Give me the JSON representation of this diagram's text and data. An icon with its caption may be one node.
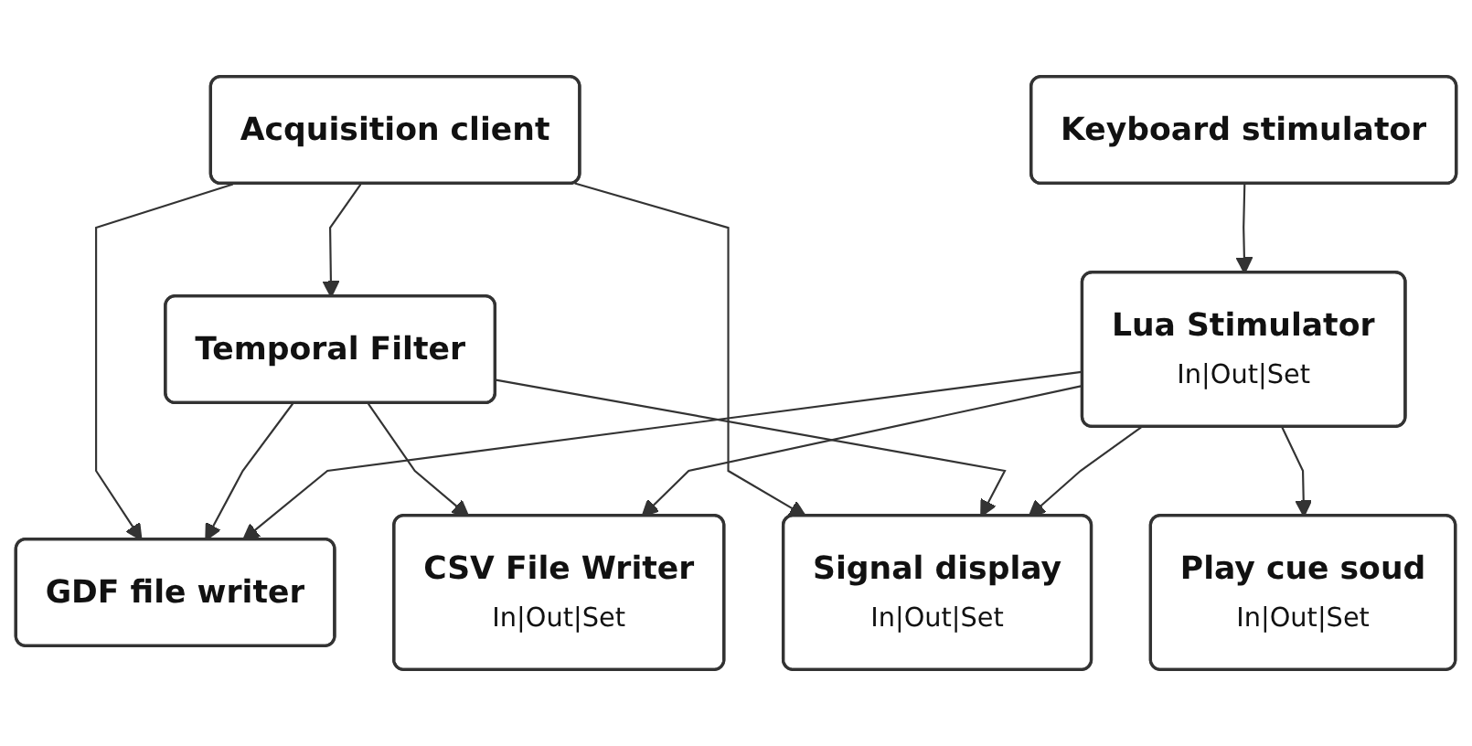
{
  "diagram": {
    "nodes": [
      {
        "text": [
          "Acquisition client"
        ]
      },
      {
        "text": [
          "Keyboard stimulator"
        ]
      },
      {
        "text": [
          "Temporal Filter"
        ]
      },
      {
        "text": [
          "Lua Stimulator",
          "In|Out|Set"
        ]
      },
      {
        "text": [
          "GDF file writer"
        ]
      },
      {
        "text": [
          "CSV File Writer",
          "In|Out|Set"
        ]
      },
      {
        "text": [
          "Signal display",
          "In|Out|Set"
        ]
      },
      {
        "text": [
          "Play cue soud",
          "In|Out|Set"
        ]
      }
    ],
    "edges": [
      {
        "from": 0,
        "to": 2,
        "arrow": "to"
      },
      {
        "from": 0,
        "to": 4,
        "arrow": "to"
      },
      {
        "from": 0,
        "to": 6,
        "arrow": "to"
      },
      {
        "from": 1,
        "to": 3,
        "arrow": "to"
      },
      {
        "from": 2,
        "to": 4,
        "arrow": "to"
      },
      {
        "from": 2,
        "to": 5,
        "arrow": "to"
      },
      {
        "from": 2,
        "to": 6,
        "arrow": "to"
      },
      {
        "from": 3,
        "to": 4,
        "arrow": "to"
      },
      {
        "from": 3,
        "to": 5,
        "arrow": "to"
      },
      {
        "from": 3,
        "to": 6,
        "arrow": "to"
      },
      {
        "from": 3,
        "to": 7,
        "arrow": "to"
      }
    ]
  }
}
